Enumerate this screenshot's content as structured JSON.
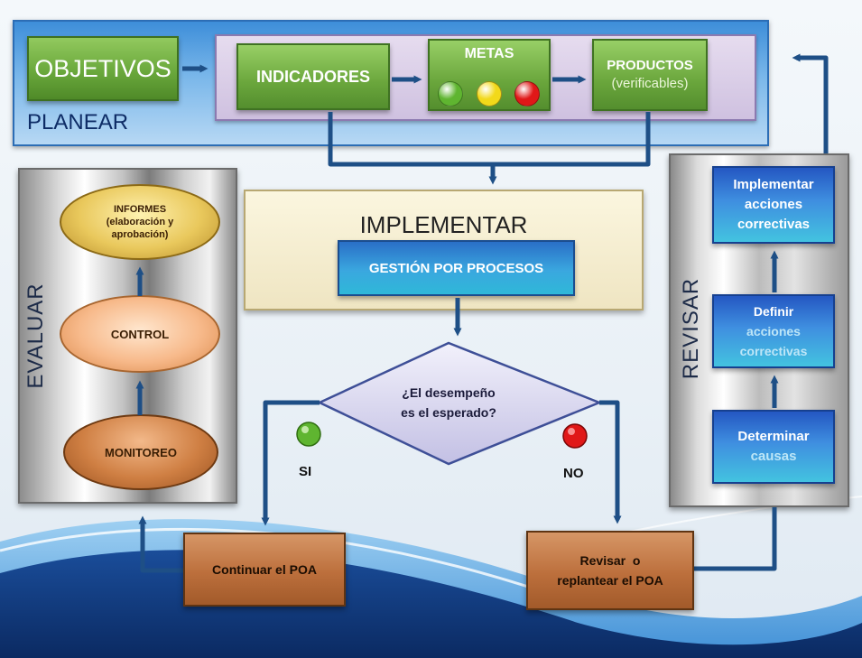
{
  "planear": {
    "label": "PLANEAR"
  },
  "objetivos": {
    "label": "OBJETIVOS"
  },
  "indicadores": {
    "label": "INDICADORES"
  },
  "metas": {
    "label": "METAS",
    "traffic_lights": [
      {
        "name": "green",
        "color": "#5fb530"
      },
      {
        "name": "yellow",
        "color": "#f2d91a"
      },
      {
        "name": "red",
        "color": "#e01818"
      }
    ]
  },
  "productos": {
    "label": "PRODUCTOS",
    "sub": "(verificables)"
  },
  "implementar": {
    "label": "IMPLEMENTAR",
    "process": "GESTIÓN POR PROCESOS"
  },
  "decision": {
    "line1": "¿El desempeño",
    "line2": "es el esperado?"
  },
  "outcomes": {
    "yes": "SI",
    "no": "NO",
    "yes_color": "#5fb530",
    "no_color": "#e01818"
  },
  "continuar": {
    "label": "Continuar el POA"
  },
  "revisar_poa": {
    "line1": "Revisar  o",
    "line2": "replantear el POA"
  },
  "evaluar": {
    "label": "EVALUAR",
    "informes": {
      "line1": "INFORMES",
      "line2": "(elaboración y",
      "line3": "aprobación)"
    },
    "control": "CONTROL",
    "monitoreo": "MONITOREO"
  },
  "revisar": {
    "label": "REVISAR",
    "implementar_acciones": {
      "line1": "Implementar",
      "line2": "acciones",
      "line3": "correctivas"
    },
    "definir_acciones": {
      "line1": "Definir",
      "line2": "acciones",
      "line3": "correctivas"
    },
    "determinar_causas": {
      "line1": "Determinar",
      "line2": "causas"
    }
  }
}
